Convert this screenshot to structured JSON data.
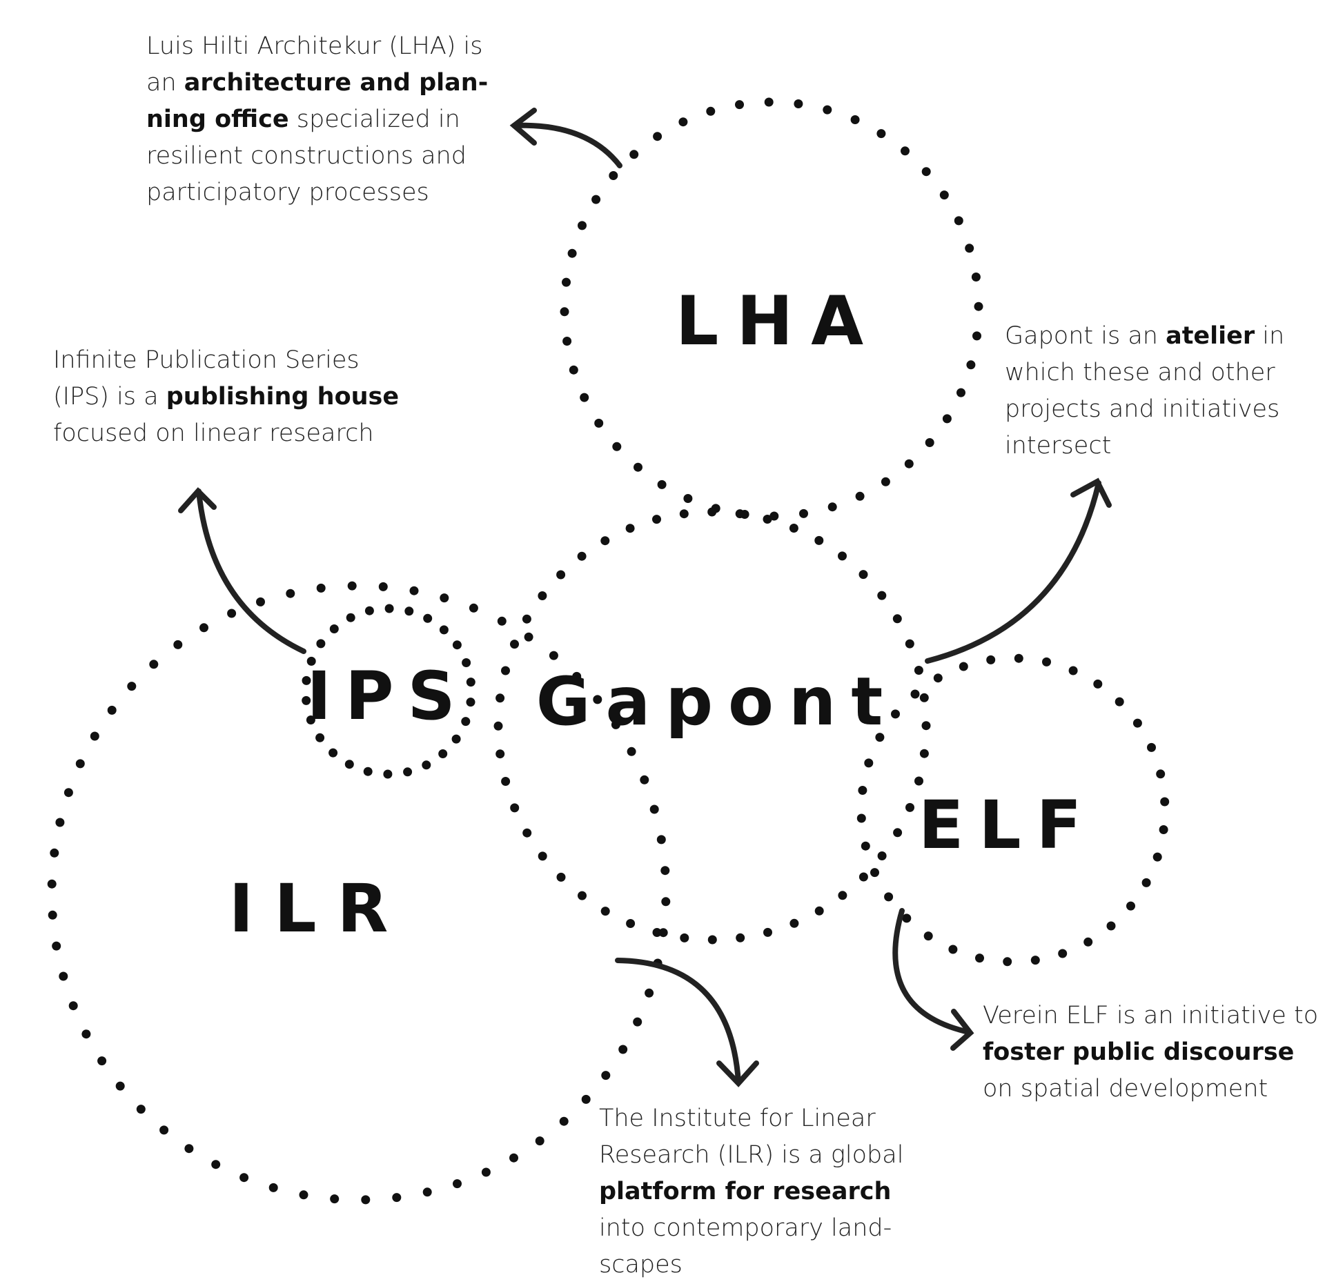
{
  "circles": {
    "lha": {
      "label": "LHA"
    },
    "gapont": {
      "label": "Gapont"
    },
    "ips": {
      "label": "IPS"
    },
    "ilr": {
      "label": "ILR"
    },
    "elf": {
      "label": "ELF"
    }
  },
  "descriptions": {
    "lha": [
      [
        {
          "t": "Luis Hilti Architekur (LHA)  is"
        }
      ],
      [
        {
          "t": "an "
        },
        {
          "t": "architecture and plan-",
          "b": true
        }
      ],
      [
        {
          "t": "ning office",
          "b": true
        },
        {
          "t": " specialized in"
        }
      ],
      [
        {
          "t": "resilient constructions and"
        }
      ],
      [
        {
          "t": "participatory processes"
        }
      ]
    ],
    "ips": [
      [
        {
          "t": "Infinite Publication Series"
        }
      ],
      [
        {
          "t": "(IPS) is a "
        },
        {
          "t": "publishing house",
          "b": true
        }
      ],
      [
        {
          "t": "focused on linear research"
        }
      ]
    ],
    "gapont": [
      [
        {
          "t": "Gapont is an "
        },
        {
          "t": "atelier",
          "b": true
        },
        {
          "t": " in"
        }
      ],
      [
        {
          "t": "which these and other"
        }
      ],
      [
        {
          "t": "projects and initiatives"
        }
      ],
      [
        {
          "t": "intersect"
        }
      ]
    ],
    "elf": [
      [
        {
          "t": "Verein ELF is an initiative to"
        }
      ],
      [
        {
          "t": "foster public discourse",
          "b": true
        }
      ],
      [
        {
          "t": "on spatial development"
        }
      ]
    ],
    "ilr": [
      [
        {
          "t": "The Institute for Linear"
        }
      ],
      [
        {
          "t": "Research (ILR) is a global"
        }
      ],
      [
        {
          "t": "platform for research",
          "b": true
        }
      ],
      [
        {
          "t": "into contemporary land-"
        }
      ],
      [
        {
          "t": "scapes"
        }
      ]
    ]
  },
  "colors": {
    "ink": "#111111",
    "text": "#222222",
    "background": "#ffffff"
  }
}
